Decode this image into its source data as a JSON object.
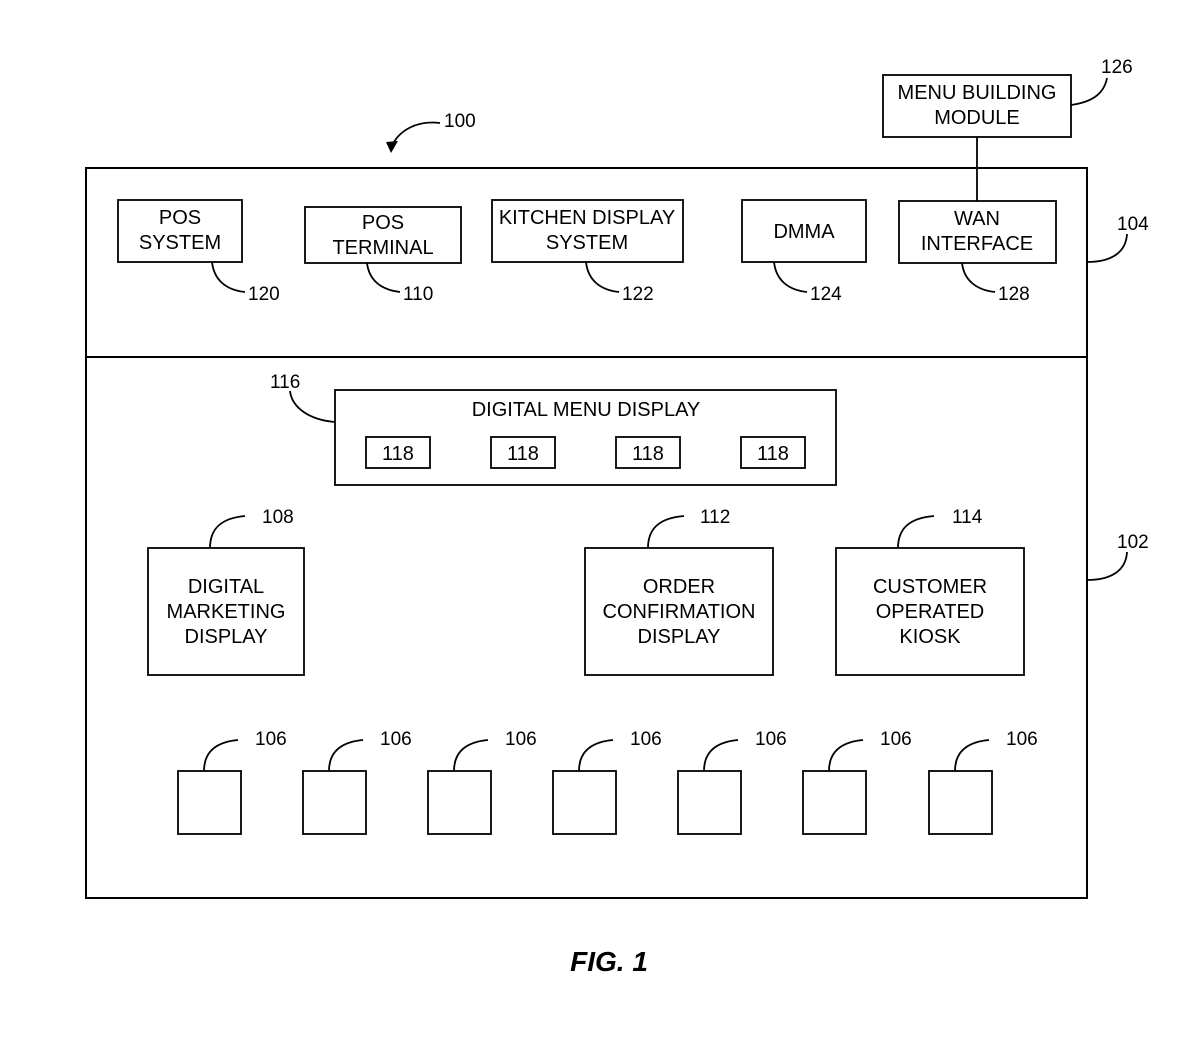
{
  "figure_label": "FIG. 1",
  "system_ref": "100",
  "site_ref": "102",
  "backoffice_ref": "104",
  "menu_building_module": {
    "lines": [
      "MENU BUILDING",
      "MODULE"
    ],
    "ref": "126"
  },
  "top_components": [
    {
      "lines": [
        "POS",
        "SYSTEM"
      ],
      "ref": "120"
    },
    {
      "lines": [
        "POS",
        "TERMINAL"
      ],
      "ref": "110"
    },
    {
      "lines": [
        "KITCHEN DISPLAY",
        "SYSTEM"
      ],
      "ref": "122"
    },
    {
      "lines": [
        "DMMA"
      ],
      "ref": "124"
    },
    {
      "lines": [
        "WAN",
        "INTERFACE"
      ],
      "ref": "128"
    }
  ],
  "digital_menu_display": {
    "title": "DIGITAL MENU DISPLAY",
    "ref": "116",
    "panels": [
      "118",
      "118",
      "118",
      "118"
    ]
  },
  "displays": [
    {
      "lines": [
        "DIGITAL",
        "MARKETING",
        "DISPLAY"
      ],
      "ref": "108"
    },
    {
      "lines": [
        "ORDER",
        "CONFIRMATION",
        "DISPLAY"
      ],
      "ref": "112"
    },
    {
      "lines": [
        "CUSTOMER",
        "OPERATED",
        "KIOSK"
      ],
      "ref": "114"
    }
  ],
  "devices": [
    "106",
    "106",
    "106",
    "106",
    "106",
    "106",
    "106"
  ]
}
